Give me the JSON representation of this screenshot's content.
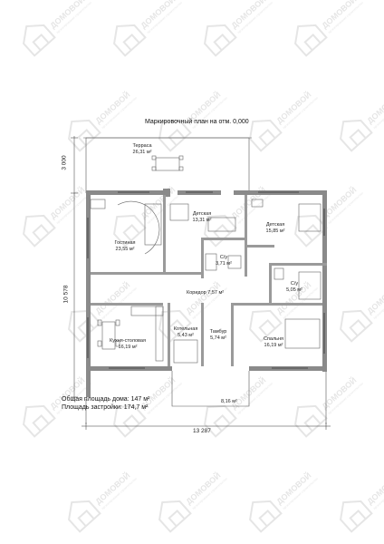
{
  "plan_title": "Маркировочный план на отм. 0,000",
  "rooms": {
    "terrace": {
      "name": "Терраса",
      "area": "26,31 м²"
    },
    "living": {
      "name": "Гостиная",
      "area": "23,55 м²"
    },
    "kids1": {
      "name": "Детская",
      "area": "13,31 м²"
    },
    "kids2": {
      "name": "Детская",
      "area": "15,85 м²"
    },
    "wc1": {
      "name": "С/у",
      "area": "3,71 м²"
    },
    "wc2": {
      "name": "С/у",
      "area": "5,05 м²"
    },
    "corridor": {
      "name": "Коридор",
      "area": "7,57 м²"
    },
    "kitchen": {
      "name": "Кухня-столовая",
      "area": "16,19 м²"
    },
    "boiler": {
      "name": "Котельная",
      "area": "5,43 м²"
    },
    "vestibule": {
      "name": "Тамбур",
      "area": "5,74 м²"
    },
    "bedroom": {
      "name": "Спальня",
      "area": "16,19 м²"
    },
    "porch": {
      "area": "8,16 м²"
    }
  },
  "dimensions": {
    "terrace_depth": "3 000",
    "house_depth": "10 578",
    "house_width": "13 287"
  },
  "summary": {
    "total_area": "Общая площадь дома: 147 м²",
    "built_area": "Площадь застройки: 174,7 м²"
  },
  "watermark": {
    "brand": "ДОМОВОЙ",
    "tagline": "проектирование строительство",
    "icon": "house-logo-icon"
  }
}
